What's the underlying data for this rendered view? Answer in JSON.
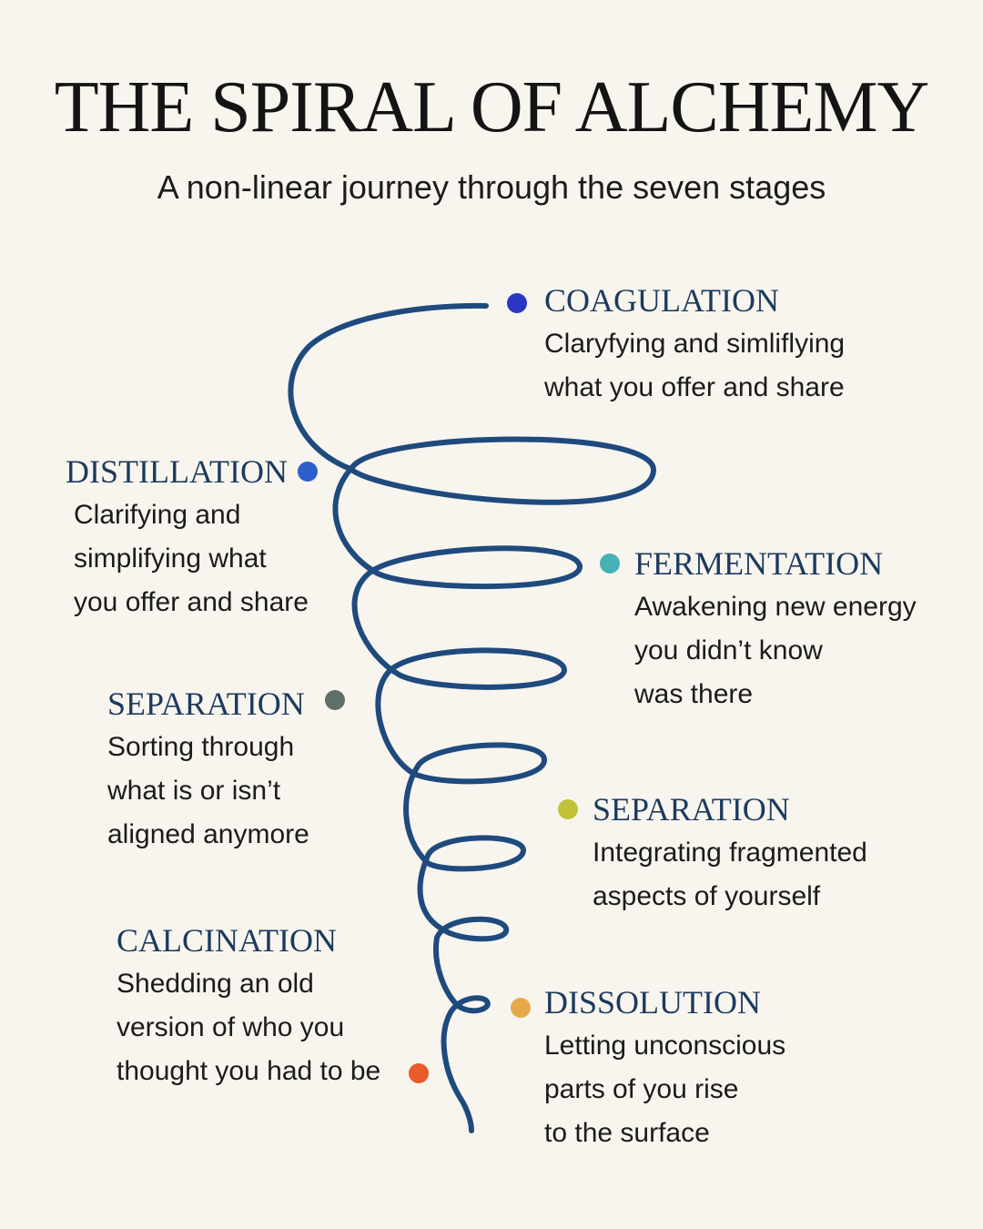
{
  "title": "THE SPIRAL OF ALCHEMY",
  "subtitle": "A non-linear journey through the seven stages",
  "spiral_color": "#1f4a7e",
  "stages": [
    {
      "name": "COAGULATION",
      "description": "Claryfying and simliflying\nwhat you offer and share",
      "color": "#2a36c4"
    },
    {
      "name": "DISTILLATION",
      "description": "Clarifying and\nsimplifying what\nyou offer and share",
      "color": "#2c5fcc"
    },
    {
      "name": "FERMENTATION",
      "description": "Awakening new energy\nyou didn’t know\nwas there",
      "color": "#45b3b5"
    },
    {
      "name": "SEPARATION",
      "description": "Sorting through\nwhat is or isn’t\naligned anymore",
      "color": "#5f6e68"
    },
    {
      "name": "SEPARATION",
      "description": "Integrating fragmented\naspects of yourself",
      "color": "#c2c23a"
    },
    {
      "name": "CALCINATION",
      "description": "Shedding an old\nversion of who you\nthought you had to be",
      "color": "#ea5a2a"
    },
    {
      "name": "DISSOLUTION",
      "description": "Letting unconscious\nparts of you rise\nto the surface",
      "color": "#e6a94a"
    }
  ]
}
